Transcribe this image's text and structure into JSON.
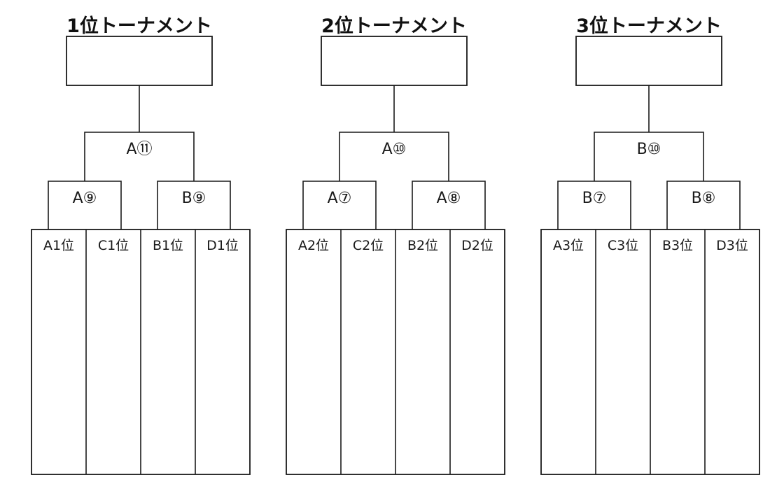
{
  "brackets": [
    {
      "title": "1位トーナメント",
      "final_match": "A⑪",
      "semifinals": [
        "A⑨",
        "B⑨"
      ],
      "entrants": [
        "A1位",
        "C1位",
        "B1位",
        "D1位"
      ]
    },
    {
      "title": "2位トーナメント",
      "final_match": "A⑩",
      "semifinals": [
        "A⑦",
        "A⑧"
      ],
      "entrants": [
        "A2位",
        "C2位",
        "B2位",
        "D2位"
      ]
    },
    {
      "title": "3位トーナメント",
      "final_match": "B⑩",
      "semifinals": [
        "B⑦",
        "B⑧"
      ],
      "entrants": [
        "A3位",
        "C3位",
        "B3位",
        "D3位"
      ]
    }
  ]
}
